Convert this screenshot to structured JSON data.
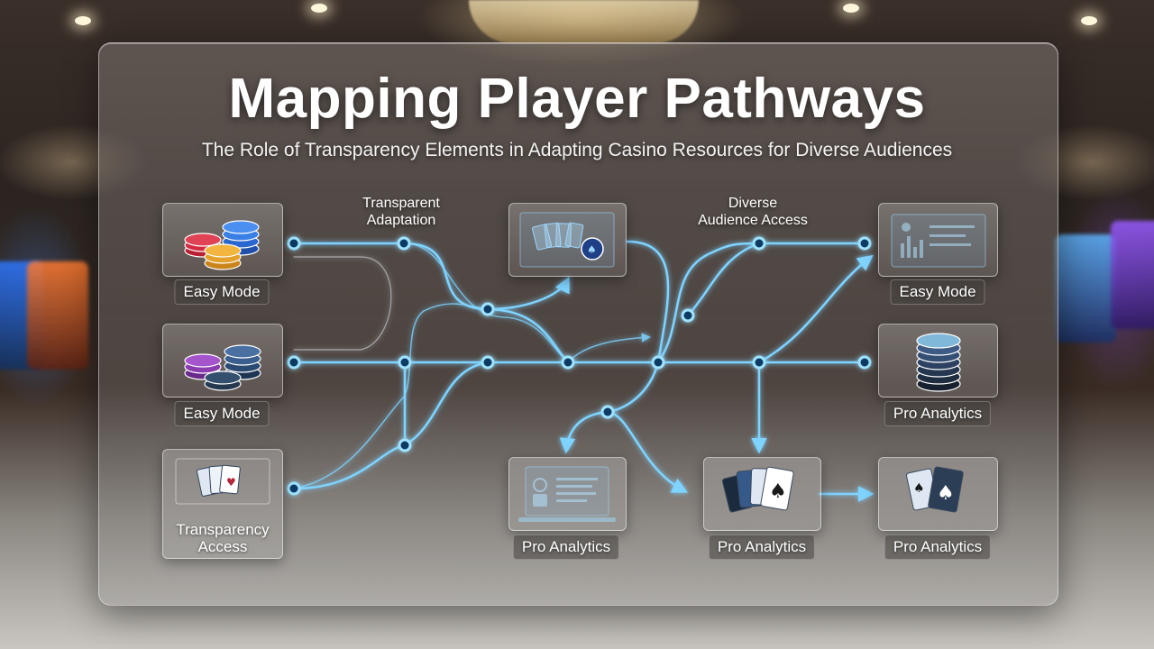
{
  "title": "Mapping Player Pathways",
  "subtitle": "The Role of Transparency Elements in Adapting Casino Resources for Diverse Audiences",
  "flow_labels": {
    "transparent_adaptation": "Transparent\nAdaptation",
    "diverse_audience_access": "Diverse\nAudience Access"
  },
  "nodes": {
    "left_top": {
      "label": "Easy Mode",
      "icon": "poker-chips-icon"
    },
    "left_middle": {
      "label": "Easy Mode",
      "icon": "poker-chips-icon"
    },
    "left_bottom": {
      "label": "Transparency\nAccess",
      "icon": "playing-cards-icon"
    },
    "center_top": {
      "icon": "cards-and-chip-icon"
    },
    "center_bottom": {
      "label": "Pro Analytics",
      "icon": "analytics-laptop-icon"
    },
    "center_right": {
      "label": "Pro Analytics",
      "icon": "playing-cards-icon"
    },
    "right_top": {
      "label": "Easy Mode",
      "icon": "dashboard-screen-icon"
    },
    "right_middle": {
      "label": "Pro Analytics",
      "icon": "poker-chips-icon"
    },
    "right_bottom": {
      "label": "Pro Analytics",
      "icon": "playing-cards-icon"
    }
  },
  "colors": {
    "flow_line": "#7fd3ff",
    "flow_glow": "#3aa8ff",
    "accent_chip_red": "#c8283a",
    "accent_chip_blue": "#2a6fd6"
  }
}
